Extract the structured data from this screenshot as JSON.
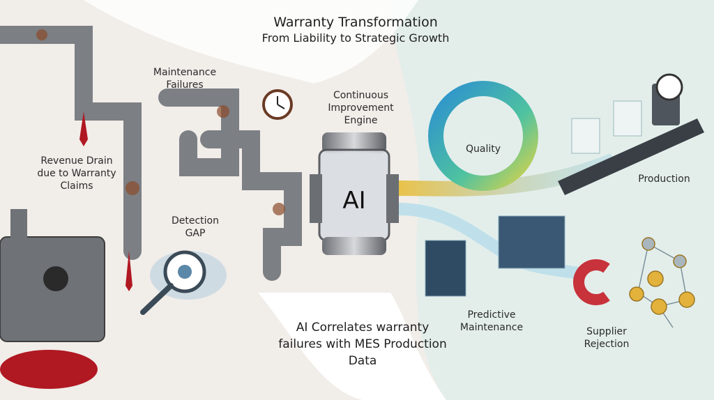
{
  "header": {
    "title": "Warranty Transformation",
    "subtitle": "From Liability to Strategic Growth"
  },
  "labels": {
    "revenue_drain": "Revenue Drain due to Warranty Claims",
    "maintenance_failures": "Maintenance Failures",
    "detection_gap": "Detection GAP",
    "engine": "Continuous Improvement Engine",
    "ai": "AI",
    "quality": "Quality",
    "production": "Production",
    "predictive_maintenance": "Predictive Maintenance",
    "supplier_rejection": "Supplier Rejection",
    "caption": "AI Correlates warranty failures with MES Production Data"
  },
  "colors": {
    "rust": "#8a4a2a",
    "pipe": "#7c7f84",
    "blood": "#b01822",
    "quality_ring_start": "#2b8fd1",
    "quality_ring_end": "#d8d34a",
    "right_bg": "#e4efec"
  }
}
